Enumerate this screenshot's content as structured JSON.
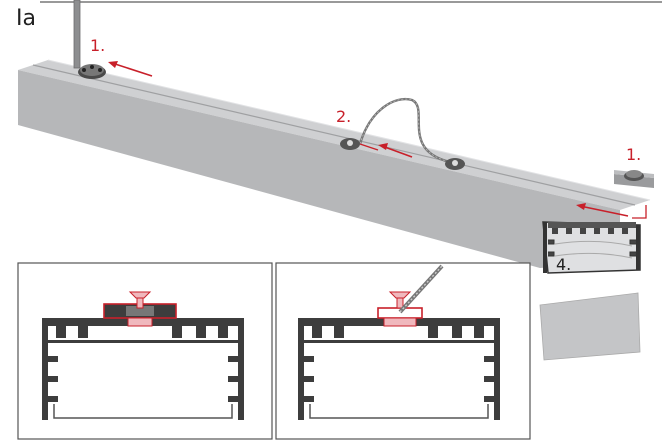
{
  "figure": {
    "label": "Ia"
  },
  "steps": {
    "step1_left": "1.",
    "step2": "2.",
    "step1_right": "1.",
    "step4": "4."
  },
  "colors": {
    "profile_top": "#c9cacc",
    "profile_front": "#b9babc",
    "profile_end": "#d6d7d9",
    "profile_dark": "#3d3d3d",
    "accent_red": "#c8202a",
    "accent_pink": "#f0b8bd",
    "diffuser": "#c4c5c7",
    "frame": "#555555"
  },
  "icons": {
    "fixing_bracket": "bracket-icon",
    "safety_cable": "cable-icon",
    "suspension_rod": "rod-icon"
  }
}
